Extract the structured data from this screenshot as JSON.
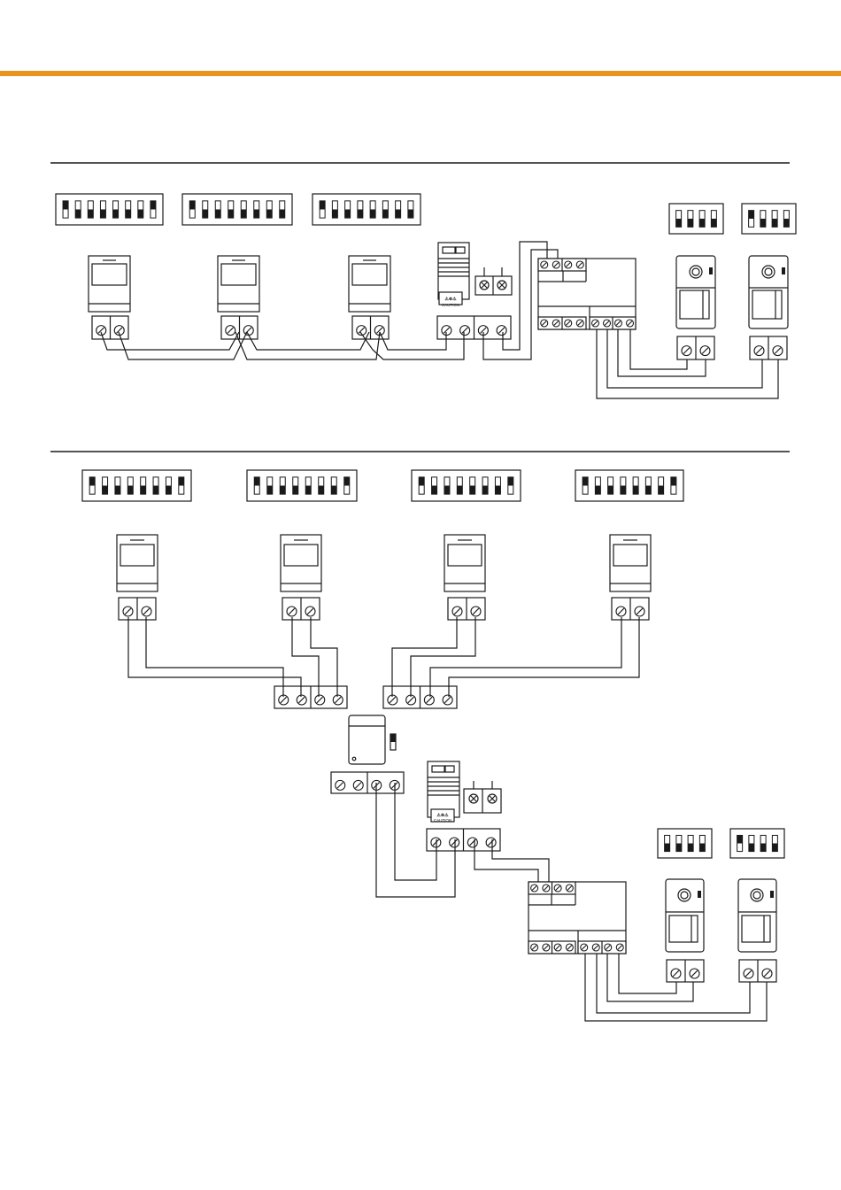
{
  "header": {
    "accent_color": "#E8941E"
  },
  "power_supply": {
    "caution_label": "CAUTION"
  },
  "dip_switches": {
    "section1": {
      "monitor_1": [
        1,
        0,
        0,
        0,
        0,
        0,
        0,
        1
      ],
      "monitor_2": [
        1,
        0,
        0,
        0,
        0,
        0,
        0,
        0
      ],
      "monitor_3": [
        1,
        0,
        0,
        0,
        0,
        0,
        0,
        0
      ],
      "panel_1": [
        0,
        0,
        0,
        0
      ],
      "panel_2": [
        1,
        0,
        0,
        0
      ]
    },
    "section2": {
      "monitor_1": [
        1,
        0,
        0,
        0,
        0,
        0,
        0,
        1
      ],
      "monitor_2": [
        1,
        0,
        0,
        0,
        0,
        0,
        0,
        1
      ],
      "monitor_3": [
        1,
        0,
        0,
        0,
        0,
        0,
        0,
        1
      ],
      "monitor_4": [
        1,
        0,
        0,
        0,
        0,
        0,
        0,
        1
      ],
      "panel_1": [
        0,
        0,
        0,
        0
      ],
      "panel_2": [
        1,
        0,
        0,
        0
      ]
    }
  },
  "distributor_switch": {
    "position": "on"
  }
}
